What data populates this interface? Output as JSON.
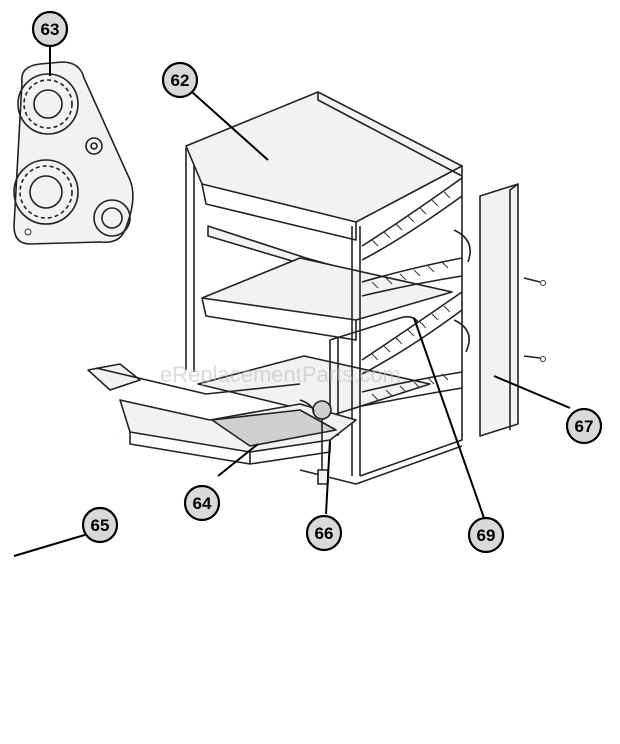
{
  "watermark": "eReplacementParts.com",
  "callouts": [
    {
      "id": "63",
      "label": "63"
    },
    {
      "id": "62",
      "label": "62"
    },
    {
      "id": "67",
      "label": "67"
    },
    {
      "id": "64",
      "label": "64"
    },
    {
      "id": "65",
      "label": "65"
    },
    {
      "id": "66",
      "label": "66"
    },
    {
      "id": "69",
      "label": "69"
    }
  ]
}
